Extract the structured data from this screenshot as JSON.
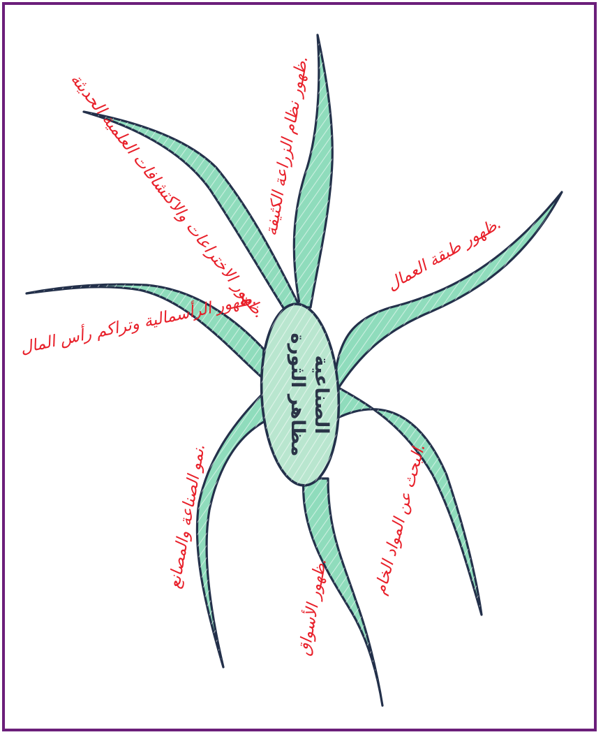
{
  "colors": {
    "frame": "#6b1f7a",
    "branch_fill": "#8fdcbc",
    "outline": "#23304a",
    "label_text": "#e8202a",
    "center_fill": "#b9e6cf"
  },
  "center": {
    "line1": "مظاهر الثورة",
    "line2": "الصناعية"
  },
  "branches": [
    {
      "id": "top",
      "label": "ظهور نظام الزراعة الكثيفة."
    },
    {
      "id": "upper-right",
      "label": "ظهور طبقة العمال."
    },
    {
      "id": "lower-right",
      "label": "البحث عن المواد الخام."
    },
    {
      "id": "bottom",
      "label": "ظهور الأسواق."
    },
    {
      "id": "lower-left",
      "label": "نمو الصناعة والمصانع."
    },
    {
      "id": "left",
      "label": "ظهور الرأسمالية وتراكم رأس المال."
    },
    {
      "id": "upper-left",
      "label": "ظهور الاختراعات والاكتشافات العلمية الحديثة."
    }
  ]
}
